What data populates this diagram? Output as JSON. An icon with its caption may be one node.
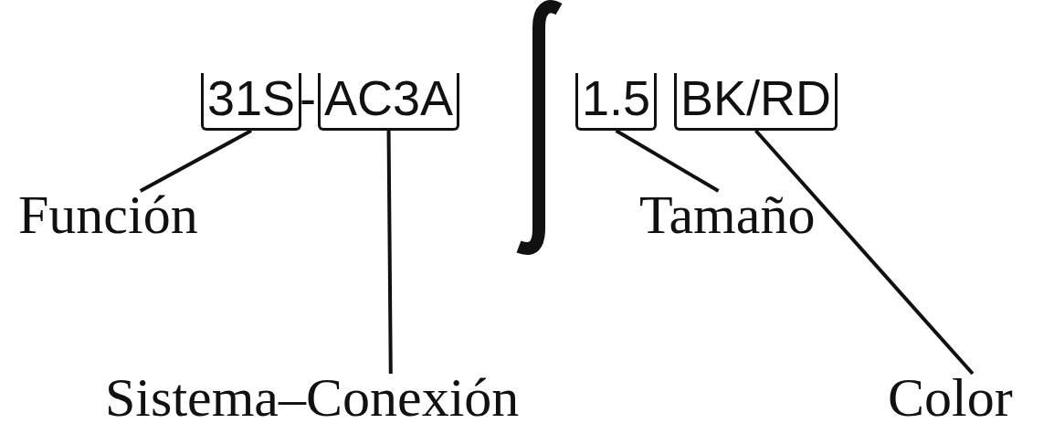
{
  "diagram": {
    "nodes": [
      {
        "text": [
          "31S"
        ]
      },
      {
        "text": [
          "AC3A"
        ]
      },
      {
        "text": [
          "1.5"
        ]
      },
      {
        "text": [
          "BK/RD"
        ]
      },
      {
        "text": [
          "Función"
        ]
      },
      {
        "text": [
          "Sistema–Conexión"
        ]
      },
      {
        "text": [
          "Tamaño"
        ]
      },
      {
        "text": [
          "Color"
        ]
      }
    ],
    "edges": [
      {
        "from": 4,
        "to": 0,
        "arrow": "none"
      },
      {
        "from": 5,
        "to": 1,
        "arrow": "none"
      },
      {
        "from": 6,
        "to": 2,
        "arrow": "none"
      },
      {
        "from": 7,
        "to": 3,
        "arrow": "none"
      }
    ],
    "labels": [
      "-"
    ]
  }
}
